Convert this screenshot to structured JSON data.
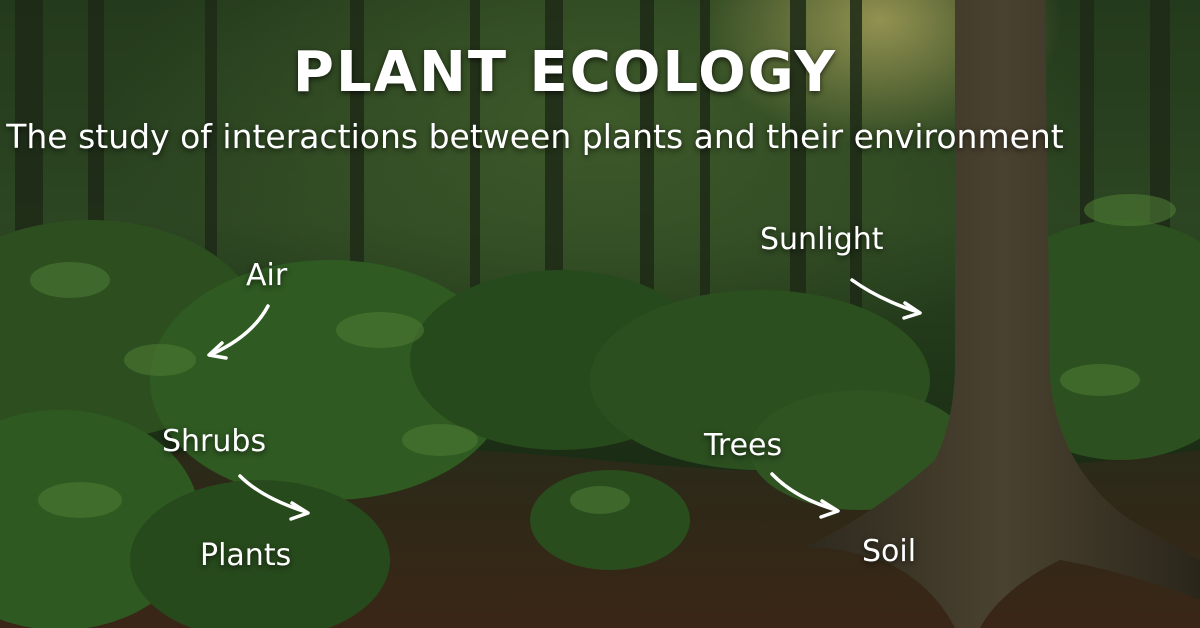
{
  "title": "PLANT ECOLOGY",
  "subtitle": "The study of interactions between plants and their environment",
  "labels": {
    "sunlight": "Sunlight",
    "air": "Air",
    "shrubs": "Shrubs",
    "plants": "Plants",
    "trees": "Trees",
    "soil": "Soil"
  },
  "colors": {
    "text": "#ffffff",
    "forest_dark": "#1a2c14",
    "foliage": "#2e5a22",
    "forest_floor": "#3a2616",
    "sun_glow": "#e6d278"
  },
  "icons": [
    "arrow-icon"
  ]
}
